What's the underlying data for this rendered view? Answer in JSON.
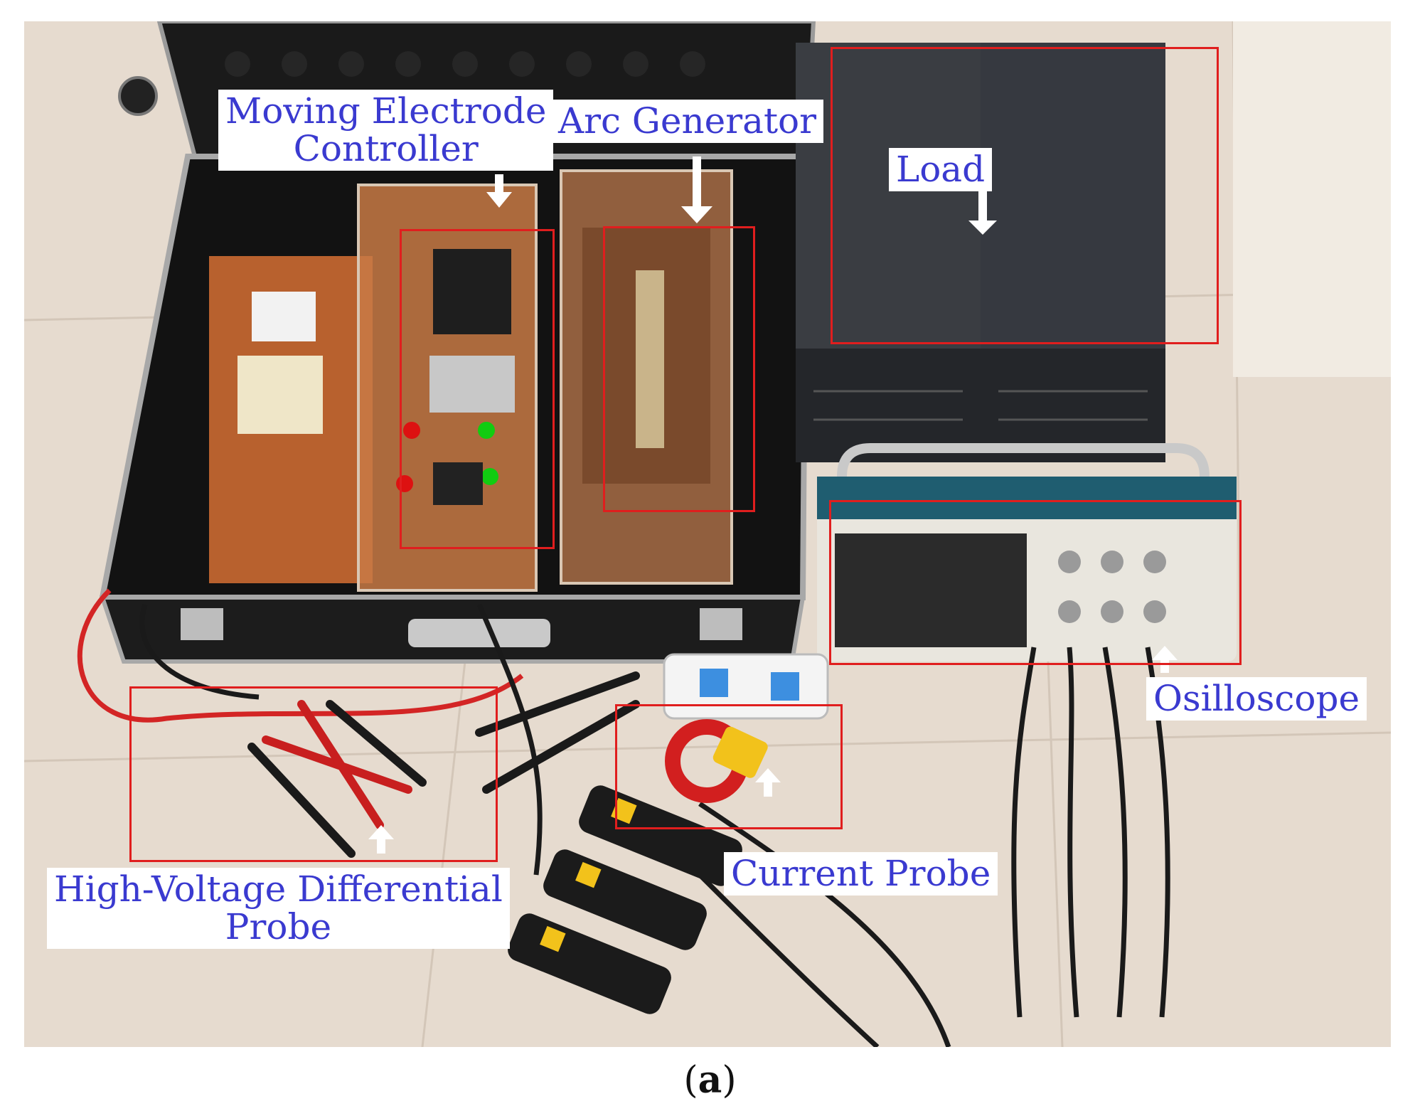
{
  "figure": {
    "caption_open": "(",
    "caption_letter": "a",
    "caption_close": ")"
  },
  "labels": {
    "moving_electrode_line1": "Moving Electrode",
    "moving_electrode_line2": "Controller",
    "arc_generator": "Arc Generator",
    "load": "Load",
    "osilloscope": "Osilloscope",
    "current_probe": "Current Probe",
    "hv_probe_line1": "High-Voltage Differential",
    "hv_probe_line2": "Probe"
  },
  "colors": {
    "label_text": "#3a3ad0",
    "highlight_box": "#e01e1e",
    "floor": "#e8ddd2",
    "case_interior": "#141414",
    "load_cabinet": "#3a3d42",
    "circuit_board": "#b8612e",
    "scope_body": "#e9e6de",
    "scope_band": "#1f5d70"
  }
}
